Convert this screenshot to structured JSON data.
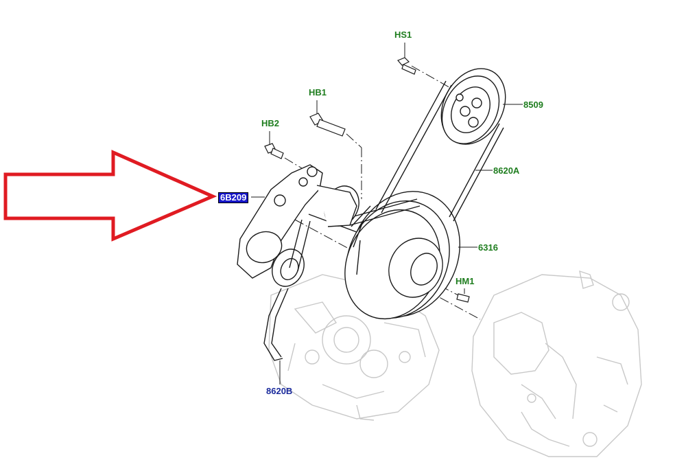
{
  "labels": {
    "hs1": "HS1",
    "hb1": "HB1",
    "hb2": "HB2",
    "p8509": "8509",
    "p8620a": "8620A",
    "p6316": "6316",
    "hm1": "HM1",
    "p8620b": "8620B",
    "p6b209": "6B209"
  },
  "colors": {
    "arrow": "#e01b22",
    "line": "#1a1a1a",
    "ghost": "#c8c8c8",
    "label_green": "#1e7d1e",
    "label_blue": "#1a2a9c",
    "highlight_box": "#1515c8"
  }
}
